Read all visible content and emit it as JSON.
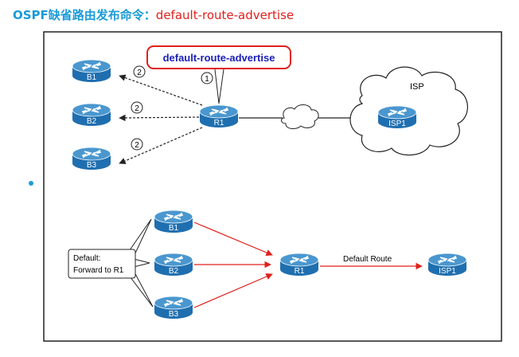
{
  "title": {
    "prefix": "OSPF缺省路由发布命令：",
    "command": "default-route-advertise"
  },
  "top": {
    "callout": "default-route-advertise",
    "step1": "1",
    "step2": "2",
    "routers": {
      "b1": "B1",
      "b2": "B2",
      "b3": "B3",
      "r1": "R1",
      "isp1": "ISP1"
    },
    "isp_cloud": "ISP"
  },
  "bottom": {
    "routers": {
      "b1": "B1",
      "b2": "B2",
      "b3": "B3",
      "r1": "R1",
      "isp1": "ISP1"
    },
    "note_line1": "Default:",
    "note_line2": "Forward to R1",
    "default_route": "Default Route"
  },
  "colors": {
    "title_blue": "#1a9bd7",
    "title_red": "#e0201b",
    "router_body": "#1f6fb0",
    "router_top": "#4a97cf",
    "callout_border": "#e0201b",
    "callout_text": "#1b1fb7",
    "arrow_red": "#e0201b"
  }
}
